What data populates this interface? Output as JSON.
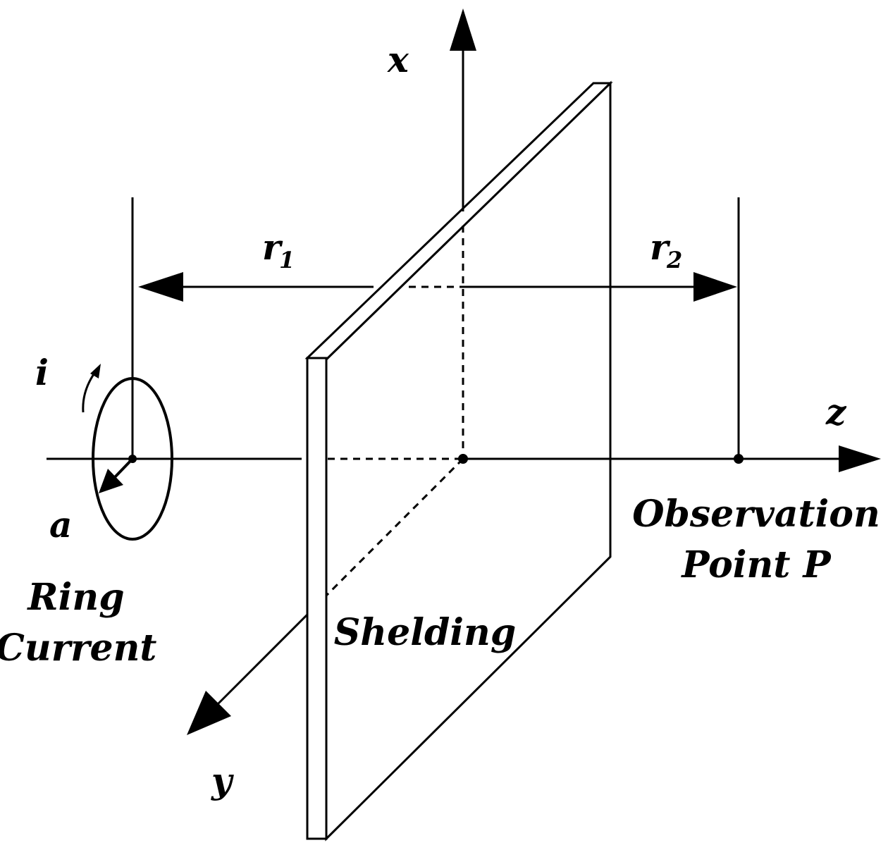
{
  "labels": {
    "x_axis": "x",
    "y_axis": "y",
    "z_axis": "z",
    "r1_main": "r",
    "r1_sub": "1",
    "r2_main": "r",
    "r2_sub": "2",
    "current": "i",
    "radius": "a",
    "ring_line1": "Ring",
    "ring_line2": "Current",
    "observation_line1": "Observation",
    "observation_line2": "Point P",
    "shielding": "Shelding"
  },
  "colors": {
    "stroke": "#000000",
    "background": "#ffffff"
  }
}
